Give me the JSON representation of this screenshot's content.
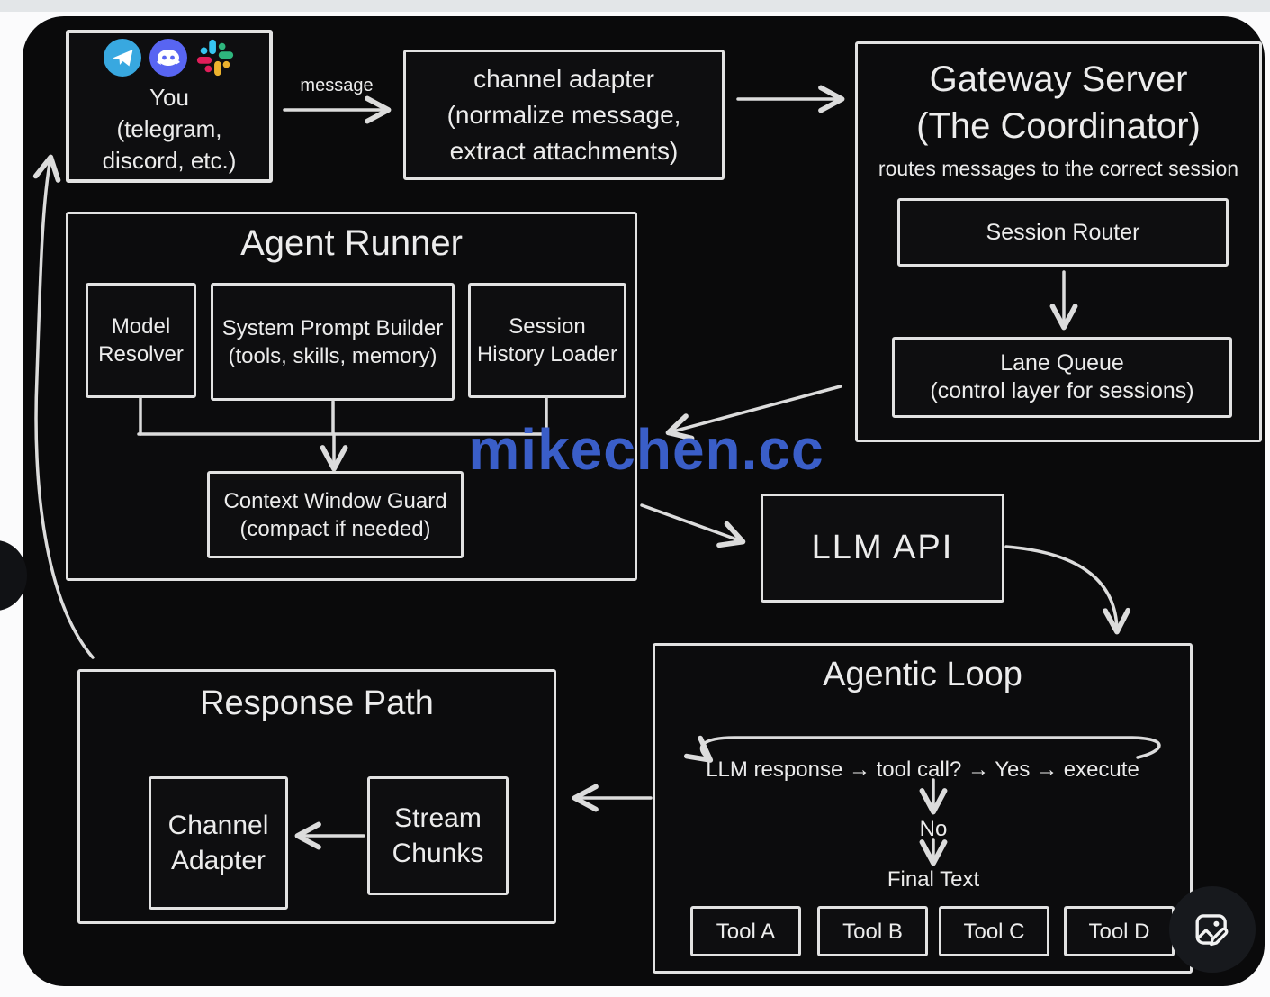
{
  "watermark": {
    "text": "mikechen.cc",
    "color": "#3a5ec8"
  },
  "you_box": {
    "line1": "You",
    "line2": "(telegram,",
    "line3": "discord, etc.)"
  },
  "labels": {
    "message": "message"
  },
  "channel_adapter_box": {
    "line1": "channel adapter",
    "line2": "(normalize message,",
    "line3": "extract attachments)"
  },
  "gateway": {
    "title1": "Gateway Server",
    "title2": "(The Coordinator)",
    "subtitle": "routes messages to the correct session",
    "session_router": "Session Router",
    "lane_queue1": "Lane Queue",
    "lane_queue2": "(control layer for sessions)"
  },
  "agent_runner": {
    "title": "Agent Runner",
    "model1": "Model",
    "model2": "Resolver",
    "spb1": "System Prompt Builder",
    "spb2": "(tools, skills, memory)",
    "shl1": "Session",
    "shl2": "History Loader",
    "cwg1": "Context Window Guard",
    "cwg2": "(compact if needed)"
  },
  "llm_api": {
    "label": "LLM API"
  },
  "agentic_loop": {
    "title": "Agentic Loop",
    "loop_text": "LLM response → tool call? → Yes → execute",
    "no_label": "No",
    "final_label": "Final Text",
    "tools": [
      "Tool A",
      "Tool B",
      "Tool C",
      "Tool D"
    ]
  },
  "response_path": {
    "title": "Response Path",
    "ca1": "Channel",
    "ca2": "Adapter",
    "sc1": "Stream",
    "sc2": "Chunks"
  }
}
